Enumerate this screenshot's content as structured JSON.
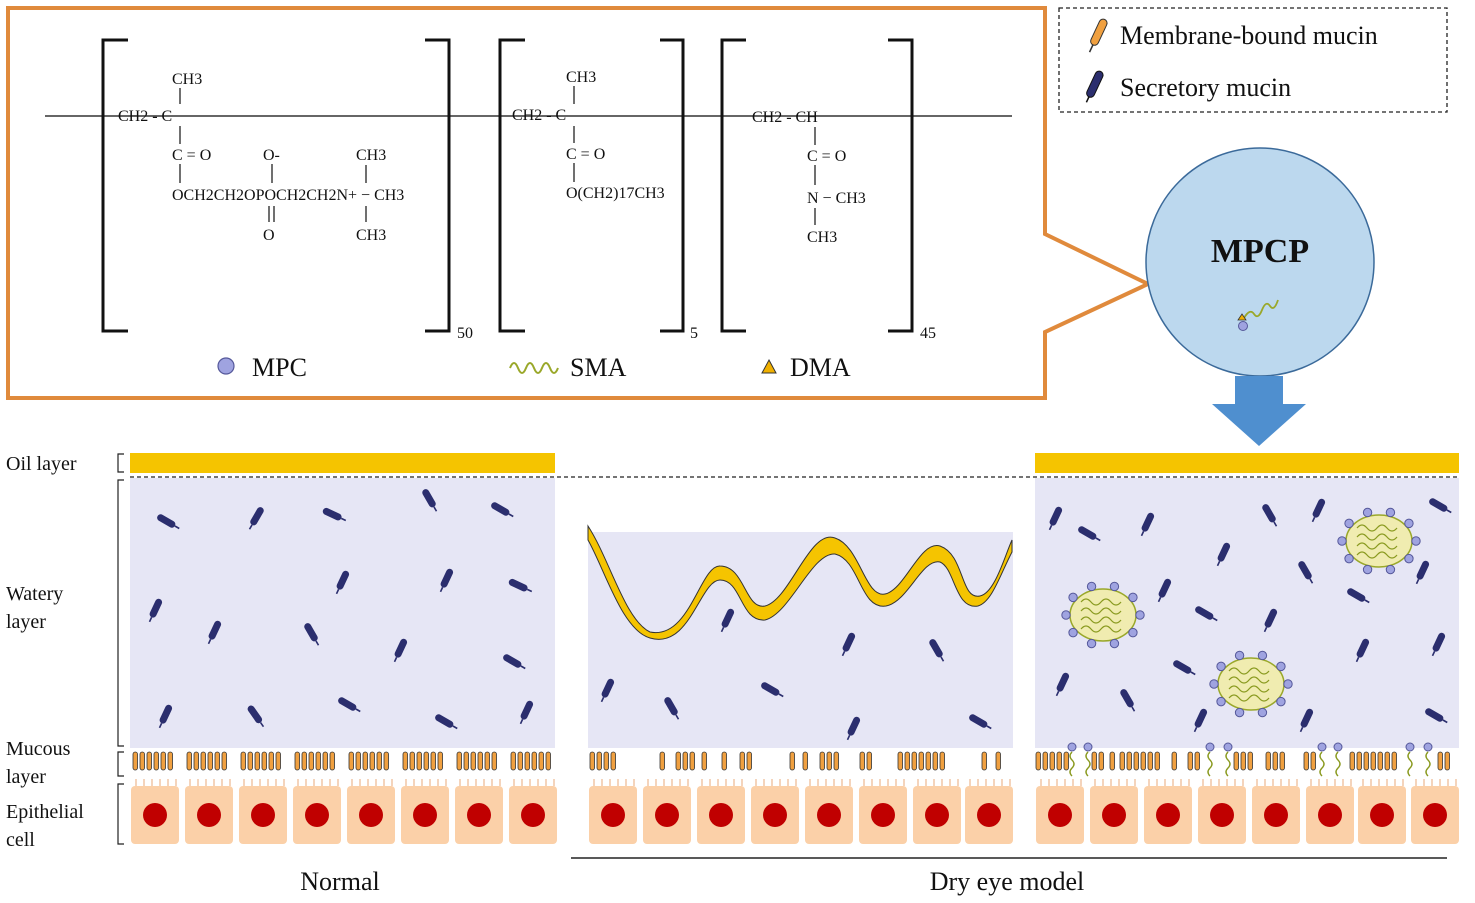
{
  "structure": {
    "mpc": {
      "ch3_top": "CH3",
      "backbone": "CH2 - C",
      "carbonyl": "C = O",
      "o_minus": "O-",
      "ch3_n_top": "CH3",
      "side_chain": "OCH2CH2OPOCH2CH2N+ − CH3",
      "o_bottom": "O",
      "ch3_n_bottom": "CH3",
      "repeat": "50"
    },
    "sma": {
      "ch3_top": "CH3",
      "backbone": "CH2 - C",
      "carbonyl": "C = O",
      "side_chain": "O(CH2)17CH3",
      "repeat": "5"
    },
    "dma": {
      "backbone": "CH2 - CH",
      "carbonyl": "C = O",
      "amine": "N − CH3",
      "ch3_bottom": "CH3",
      "repeat": "45"
    },
    "legend": {
      "mpc": "MPC",
      "sma": "SMA",
      "dma": "DMA"
    }
  },
  "mucin_legend": {
    "membrane_bound": "Membrane-bound mucin",
    "secretory": "Secretory mucin"
  },
  "mpcp_label": "MPCP",
  "layers": {
    "oil": "Oil layer",
    "watery_1": "Watery",
    "watery_2": "layer",
    "mucous_1": "Mucous",
    "mucous_2": "layer",
    "epithelial_1": "Epithelial",
    "epithelial_2": "cell"
  },
  "panels": {
    "normal": "Normal",
    "dry_eye": "Dry eye model"
  },
  "colors": {
    "frame_orange": "#e08a3c",
    "oil_yellow": "#f5c400",
    "water_lavender": "#e6e6f5",
    "mucin_navy": "#2b2e6e",
    "cell_peach": "#fbd0a8",
    "nucleus_red": "#c00000",
    "mpcp_blue": "#bcd8ee",
    "arrow_blue": "#4f8fcf",
    "membrane_orange": "#f0a040",
    "sma_green": "#9aa82a",
    "mpc_purple": "#9fa3e0"
  }
}
